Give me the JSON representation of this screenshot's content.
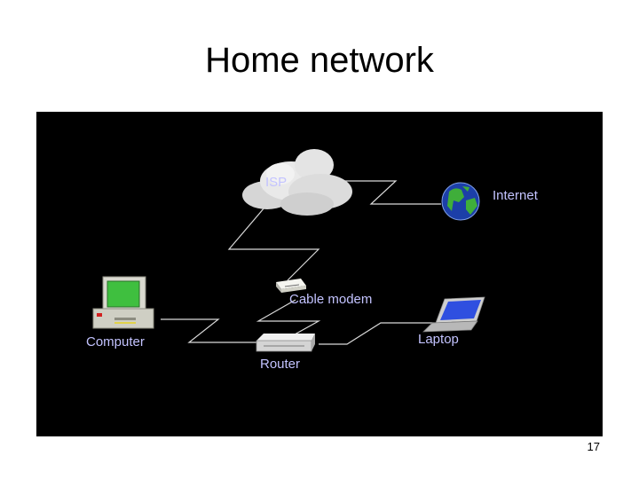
{
  "slide": {
    "title": "Home network",
    "page_number": "17"
  },
  "diagram": {
    "background": "#000000",
    "label_color": "#c3c3ff",
    "link_color": "#d9d9d9",
    "nodes": {
      "isp": {
        "label": "ISP",
        "icon": "cloud-icon"
      },
      "internet": {
        "label": "Internet",
        "icon": "globe-icon"
      },
      "cable_modem": {
        "label": "Cable modem",
        "icon": "modem-icon"
      },
      "computer": {
        "label": "Computer",
        "icon": "desktop-computer-icon"
      },
      "router": {
        "label": "Router",
        "icon": "router-icon"
      },
      "laptop": {
        "label": "Laptop",
        "icon": "laptop-icon"
      }
    },
    "links": [
      {
        "from": "isp",
        "to": "internet"
      },
      {
        "from": "isp",
        "to": "cable_modem"
      },
      {
        "from": "cable_modem",
        "to": "router"
      },
      {
        "from": "computer",
        "to": "router"
      },
      {
        "from": "router",
        "to": "laptop"
      }
    ]
  }
}
